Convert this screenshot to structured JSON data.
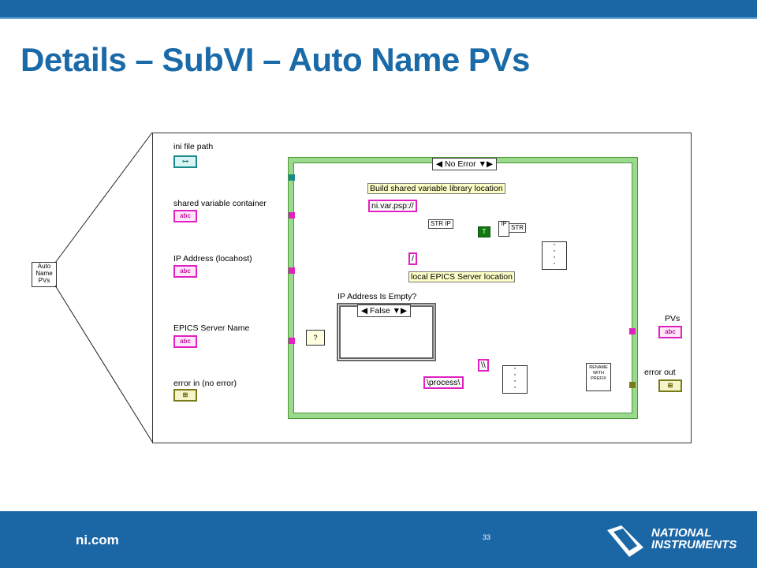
{
  "slide": {
    "title": "Details – SubVI – Auto Name PVs",
    "footer_site": "ni.com",
    "page_number": "33",
    "logo_line1": "NATIONAL",
    "logo_line2": "INSTRUMENTS",
    "colors": {
      "brand_blue": "#1b67a6",
      "title_blue": "#1a6aa8",
      "wire_pink": "#e020c0",
      "case_green": "#9bd98c"
    }
  },
  "node": {
    "label": "Auto Name PVs"
  },
  "diagram": {
    "controls": {
      "ini_file_path": "ini file path",
      "shared_variable_container": "shared variable container",
      "ip_address": "IP Address (locahost)",
      "epics_server_name": "EPICS Server Name",
      "error_in": "error in (no error)"
    },
    "indicators": {
      "pvs": "PVs",
      "error_out": "error out"
    },
    "terminal_glyphs": {
      "string": "abc",
      "path": "⊶",
      "cluster": "⊞"
    },
    "outer_case": {
      "selector": "No Error"
    },
    "inner_case": {
      "label": "IP Address Is Empty?",
      "selector": "False"
    },
    "comments": {
      "build_location": "Build shared variable library location",
      "epics_location": "local EPICS Server location"
    },
    "constants": {
      "psp": "ni.var.psp://",
      "slash": "/",
      "backslashes": "\\\\",
      "process": "\\process\\",
      "true_const": "T",
      "str_ip": "STR IP",
      "str": "STR",
      "ip": "IP"
    },
    "subvi": {
      "rename": "RENAME WITH PREFIX"
    }
  }
}
